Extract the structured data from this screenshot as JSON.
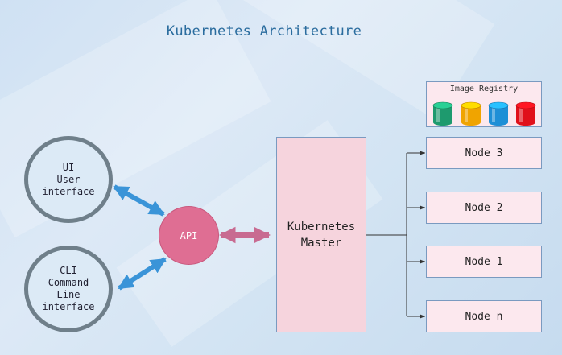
{
  "title": "Kubernetes Architecture",
  "ui_client": {
    "lines": [
      "UI",
      "User",
      "interface"
    ]
  },
  "cli_client": {
    "lines": [
      "CLI",
      "Command",
      "Line",
      "interface"
    ]
  },
  "api": {
    "label": "API"
  },
  "master": {
    "lines": [
      "Kubernetes",
      "Master"
    ]
  },
  "registry": {
    "label": "Image Registry",
    "cylinder_colors": [
      "#1e9a6e",
      "#f0a400",
      "#1e8fd6",
      "#e0101a"
    ]
  },
  "nodes": [
    {
      "label": "Node 3"
    },
    {
      "label": "Node 2"
    },
    {
      "label": "Node 1"
    },
    {
      "label": "Node n"
    }
  ],
  "colors": {
    "arrow_blue": "#3a94d8",
    "arrow_pink": "#c86b91",
    "api_fill": "#df6e93",
    "master_fill": "#f6d4dd",
    "node_fill": "#fce8ee",
    "title": "#2a6c9e"
  }
}
